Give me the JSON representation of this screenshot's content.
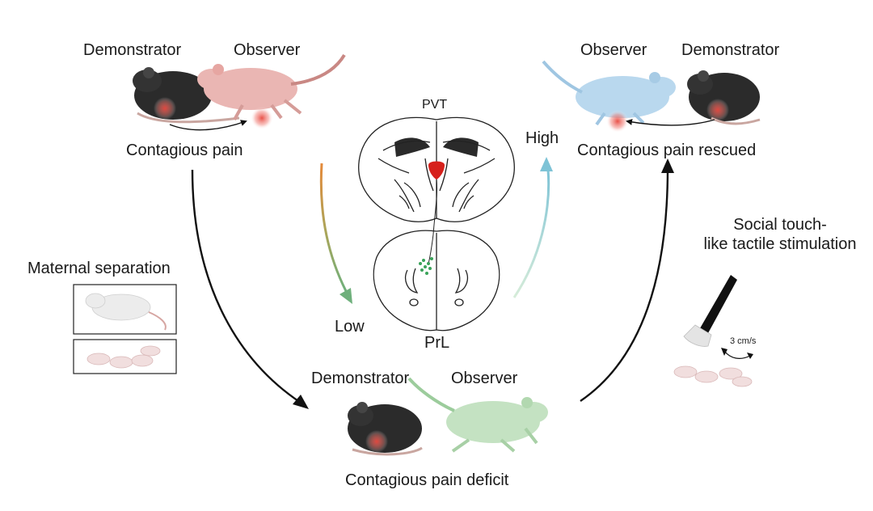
{
  "top_left": {
    "demonstrator_label": "Demonstrator",
    "observer_label": "Observer",
    "caption": "Contagious pain"
  },
  "top_right": {
    "observer_label": "Observer",
    "demonstrator_label": "Demonstrator",
    "caption": "Contagious pain rescued"
  },
  "bottom": {
    "demonstrator_label": "Demonstrator",
    "observer_label": "Observer",
    "caption": "Contagious pain deficit"
  },
  "brain": {
    "top_region": "PVT",
    "bottom_region": "PrL",
    "low_label": "Low",
    "high_label": "High"
  },
  "left_panel": {
    "title": "Maternal separation"
  },
  "right_panel": {
    "title_line1": "Social touch-",
    "title_line2": "like tactile stimulation",
    "speed_label": "3 cm/s"
  },
  "colors": {
    "black_mouse": "#2b2b2b",
    "pink_observer": "#eab6b3",
    "blue_observer": "#b9d8ee",
    "green_observer": "#c4e2c2",
    "pain_glow": "#e8483f",
    "green_arrow": "#7fb38a",
    "teal_arrow": "#8fc7cc",
    "red_region": "#d6201b",
    "green_cells": "#3aa35a"
  }
}
